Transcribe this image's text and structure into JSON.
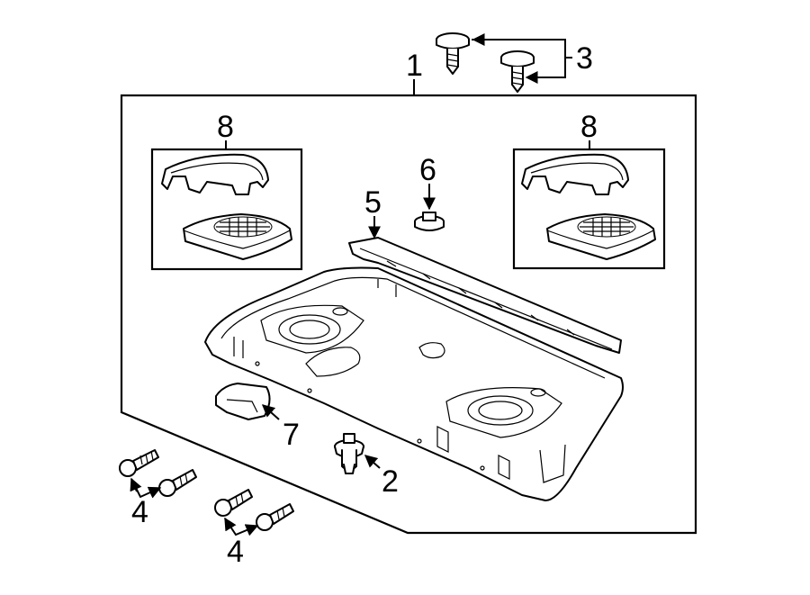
{
  "diagram": {
    "callouts": {
      "c1": "1",
      "c2": "2",
      "c3": "3",
      "c4a": "4",
      "c4b": "4",
      "c5": "5",
      "c6": "6",
      "c7": "7",
      "c8_left": "8",
      "c8_right": "8"
    }
  }
}
